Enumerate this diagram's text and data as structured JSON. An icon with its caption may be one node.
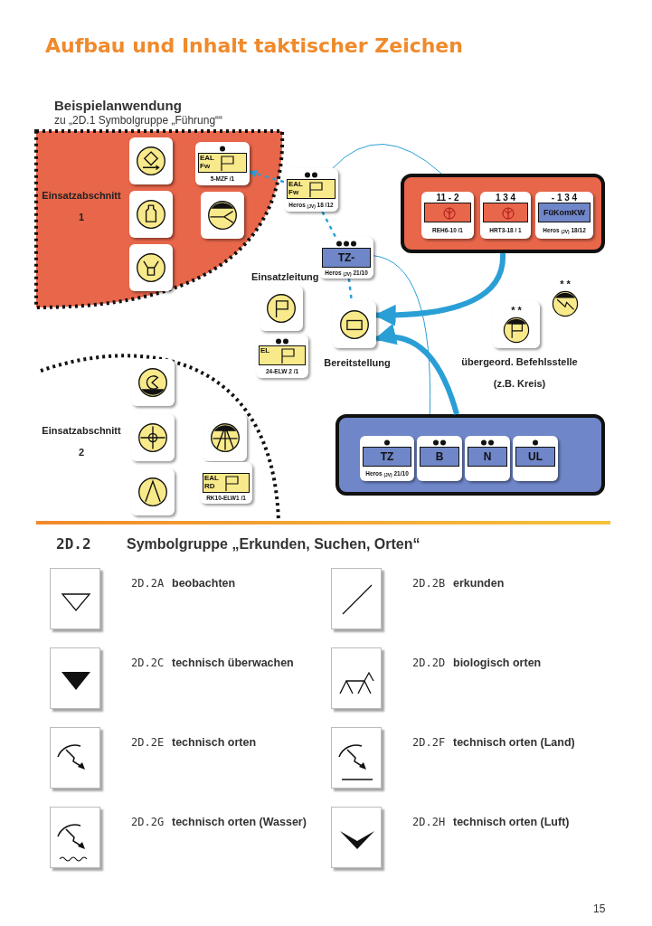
{
  "diagram": {
    "title": "Aufbau und Inhalt taktischer Zeichen",
    "nodes": [
      {
        "text": [
          "Einsatzabschnitt 1"
        ]
      },
      {
        "text": [],
        "shape": "box",
        "in": 0
      },
      {
        "text": [],
        "shape": "box",
        "in": 0
      },
      {
        "text": [],
        "shape": "box",
        "in": 0
      },
      {
        "text": [
          "EAL Fw",
          "5-MZF /1"
        ],
        "in": 0
      },
      {
        "text": [],
        "shape": "box",
        "in": 0
      },
      {
        "text": [
          "EAL Fw",
          "Heros $_{(JV)}$ 18 /12"
        ]
      },
      {
        "text": [
          "TZ-",
          "Heros $_{(JV)}$ 21/10"
        ]
      },
      {
        "text": [],
        "shape": "box"
      },
      {
        "text": [
          "EL",
          "24-ELW 2 /1"
        ]
      },
      {
        "text": [],
        "shape": "box",
        "beside": [
          "Bereitstellung"
        ]
      },
      {
        "text": [],
        "shape": "box"
      },
      {
        "text": [
          "11 - 2",
          "REH6-10 /1"
        ],
        "in": 11
      },
      {
        "text": [
          "1 3 4",
          "HRT3-18 / 1"
        ],
        "in": 11
      },
      {
        "text": [
          "- 1 3 4",
          "FüKomKW",
          "Heros $_{(JV)}$ 18/12"
        ],
        "in": 11
      },
      {
        "text": [
          "* *"
        ],
        "beside": [
          "übergeord. Befehlsstelle (z.B. Kreis)"
        ]
      },
      {
        "text": [
          "* *"
        ]
      },
      {
        "text": [
          "Einsatzabschnitt 2"
        ]
      },
      {
        "text": [],
        "shape": "box",
        "in": 17
      },
      {
        "text": [],
        "shape": "box",
        "in": 17
      },
      {
        "text": [],
        "shape": "box",
        "in": 17
      },
      {
        "text": [],
        "shape": "box",
        "in": 17
      },
      {
        "text": [
          "EAL RD",
          "RK10-ELW1 /1"
        ],
        "in": 17
      },
      {
        "text": [],
        "shape": "box"
      },
      {
        "text": [
          "TZ",
          "Heros $_{(JV)}$ 21/10"
        ],
        "in": 23
      },
      {
        "text": [
          "B"
        ],
        "in": 23
      },
      {
        "text": [
          "N"
        ],
        "in": 23
      },
      {
        "text": [
          "UL"
        ],
        "in": 23
      },
      {
        "text": [],
        "shape": "box",
        "beside": [
          "2D.2A",
          "beobachten"
        ]
      },
      {
        "text": [],
        "shape": "box",
        "beside": [
          "2D.2B",
          "erkunden"
        ]
      },
      {
        "text": [],
        "shape": "box",
        "beside": [
          "2D.2C",
          "technisch überwachen"
        ]
      },
      {
        "text": [],
        "shape": "box",
        "beside": [
          "2D.2D",
          "biologisch orten"
        ]
      },
      {
        "text": [],
        "shape": "box",
        "beside": [
          "2D.2E",
          "technisch orten"
        ]
      },
      {
        "text": [],
        "shape": "box",
        "beside": [
          "2D.2F",
          "technisch orten (Land)"
        ]
      },
      {
        "text": [],
        "shape": "box",
        "beside": [
          "2D.2G",
          "technisch orten (Wasser)"
        ]
      },
      {
        "text": [],
        "shape": "box",
        "beside": [
          "2D.2H",
          "technisch orten (Luft)"
        ]
      }
    ],
    "edges": [
      {
        "from": 6,
        "to": 4,
        "arrow": "to",
        "style": "dashed"
      },
      {
        "from": 6,
        "to": 7,
        "arrow": "none",
        "style": "dashed"
      },
      {
        "from": 7,
        "to": 10,
        "arrow": "none",
        "style": "dashed"
      },
      {
        "from": 11,
        "to": 10,
        "arrow": "to",
        "style": "thick"
      },
      {
        "from": 23,
        "to": 10,
        "arrow": "to",
        "style": "thick"
      },
      {
        "from": 6,
        "to": 11,
        "arrow": "none"
      },
      {
        "from": 7,
        "to": 23,
        "arrow": "none"
      }
    ],
    "labels": [
      "Beispielanwendung",
      "zu „2D.1 Symbolgruppe „Führung““",
      "Einsatzleitung",
      "2D.2",
      "Symbolgruppe „Erkunden, Suchen, Orten“",
      "15"
    ]
  }
}
